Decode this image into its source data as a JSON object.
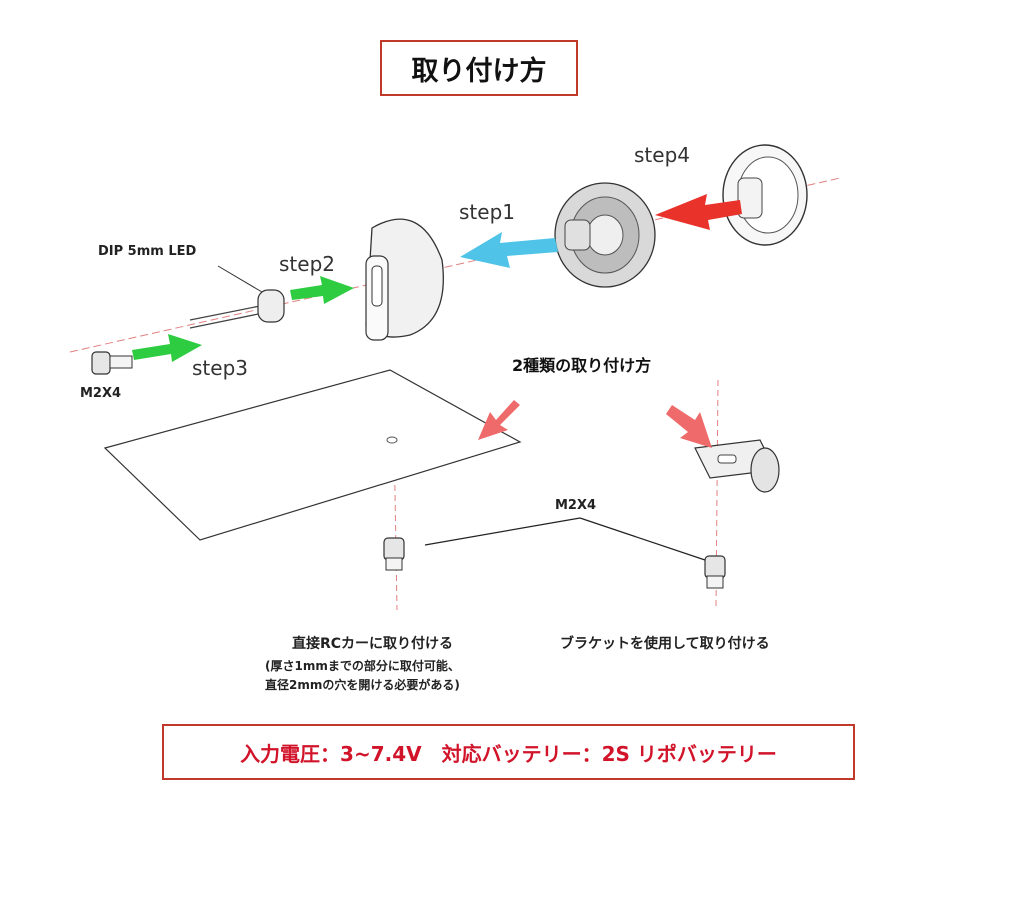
{
  "title": "取り付け方",
  "labels": {
    "step1": "step1",
    "step2": "step2",
    "step3": "step3",
    "step4": "step4",
    "led": "DIP 5mm LED",
    "screw_left": "M2X4",
    "screw_center": "M2X4",
    "two_methods": "2種類の取り付け方",
    "direct_mount": "直接RCカーに取り付ける",
    "direct_note_1": "(厚さ1mmまでの部分に取付可能、",
    "direct_note_2": "直径2mmの穴を開ける必要がある)",
    "bracket_mount": "ブラケットを使用して取り付ける"
  },
  "spec": "入力電圧：3~7.4V　対応バッテリー：2S リポバッテリー",
  "colors": {
    "frame_red": "#c0392b",
    "spec_text": "#d1142a",
    "arrow_blue": "#4fc3e8",
    "arrow_green": "#2ecc40",
    "arrow_red": "#e8322a",
    "arrow_pink": "#ef6a6a",
    "guide_line": "#e08080"
  }
}
